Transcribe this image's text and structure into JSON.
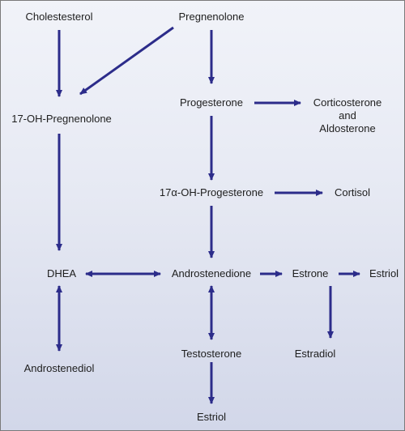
{
  "colors": {
    "arrow": "#2c2c8a",
    "text": "#1e1e1e",
    "background_top": "#f1f3f9",
    "background_bottom": "#d2d7e9"
  },
  "nodes": {
    "cholesterol": "Cholestesterol",
    "pregnenolone": "Pregnenolone",
    "oh_pregnenolone": "17-OH-Pregnenolone",
    "progesterone": "Progesterone",
    "corticosterone": "Corticosterone",
    "corticosterone_and": "and",
    "aldosterone": "Aldosterone",
    "oh_progesterone": "17α-OH-Progesterone",
    "cortisol": "Cortisol",
    "dhea": "DHEA",
    "androstenedione": "Androstenedione",
    "estrone": "Estrone",
    "estriol_right": "Estriol",
    "androstenediol": "Androstenediol",
    "testosterone": "Testosterone",
    "estradiol": "Estradiol",
    "estriol_bottom": "Estriol"
  }
}
